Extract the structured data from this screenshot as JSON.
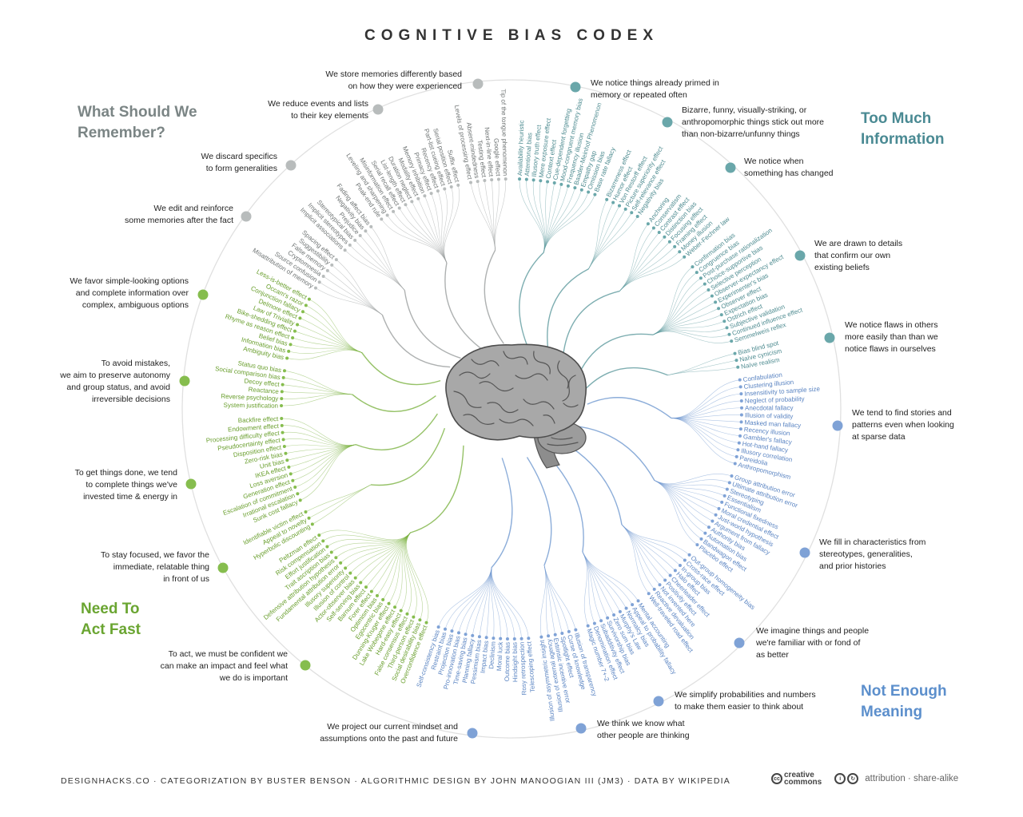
{
  "title": "COGNITIVE BIAS CODEX",
  "quadrants": [
    {
      "heading": [
        "Too Much",
        "Information"
      ],
      "color": "#5e9a9e",
      "dot_color": "#6aa7aa",
      "text_color": "#4f8c91",
      "groups": [
        {
          "label": [
            "We notice things already primed in",
            "memory or repeated often"
          ],
          "biases": [
            "Availability heuristic",
            "Attentional bias",
            "Illusory truth effect",
            "Mere exposure effect",
            "Context effect",
            "Cue-dependent forgetting",
            "Mood-congruent memory bias",
            "Frequency illusion",
            "Baader-Meinhof Phenomenon",
            "Empathy gap",
            "Omission bias",
            "Base rate fallacy"
          ]
        },
        {
          "label": [
            "Bizarre, funny, visually-striking, or",
            "anthropomorphic things stick out more",
            "than non-bizarre/unfunny things"
          ],
          "biases": [
            "Bizarreness effect",
            "Humor effect",
            "Von Restorff effect",
            "Picture superiority effect",
            "Self-relevance effect",
            "Negativity bias"
          ]
        },
        {
          "label": [
            "We notice when",
            "something has changed"
          ],
          "biases": [
            "Anchoring",
            "Conservatism",
            "Contrast effect",
            "Distinction bias",
            "Focusing effect",
            "Framing effect",
            "Money illusion",
            "Weber-Fechner law"
          ]
        },
        {
          "label": [
            "We are drawn to details",
            "that confirm our own",
            "existing beliefs"
          ],
          "biases": [
            "Confirmation bias",
            "Congruence bias",
            "Post-purchase rationalization",
            "Choice-supportive bias",
            "Selective perception",
            "Observer-expectancy effect",
            "Experimenter's bias",
            "Observer effect",
            "Expectation bias",
            "Ostrich effect",
            "Subjective validation",
            "Continued influence effect",
            "Semmelweis reflex"
          ]
        },
        {
          "label": [
            "We notice flaws in others",
            "more easily than than we",
            "notice flaws in ourselves"
          ],
          "biases": [
            "Bias blind spot",
            "Naïve cynicism",
            "Naïve realism"
          ]
        }
      ]
    },
    {
      "heading": [
        "Not Enough",
        "Meaning"
      ],
      "color": "#6f98d0",
      "dot_color": "#7fa2d6",
      "text_color": "#5a84c2",
      "groups": [
        {
          "label": [
            "We tend to find stories and",
            "patterns even when looking",
            "at sparse data"
          ],
          "biases": [
            "Confabulation",
            "Clustering illusion",
            "Insensitivity to sample size",
            "Neglect of probability",
            "Anecdotal fallacy",
            "Illusion of validity",
            "Masked man fallacy",
            "Recency illusion",
            "Gambler's fallacy",
            "Hot-hand fallacy",
            "Illusory correlation",
            "Pareidolia",
            "Anthropomorphism"
          ]
        },
        {
          "label": [
            "We fill in characteristics from",
            "stereotypes, generalities,",
            "and prior histories"
          ],
          "biases": [
            "Group attribution error",
            "Ultimate attribution error",
            "Stereotyping",
            "Essentialism",
            "Functional fixedness",
            "Moral credential effect",
            "Just-world hypothesis",
            "Argument from fallacy",
            "Authority bias",
            "Automation bias",
            "Bandwagon effect",
            "Placebo effect"
          ]
        },
        {
          "label": [
            "We imagine things and people",
            "we're familiar with or fond of",
            "as better"
          ],
          "biases": [
            "Out-group homogeneity bias",
            "Cross-race effect",
            "In-group bias",
            "Halo effect",
            "Cheerleader effect",
            "Positivity effect",
            "Not invented here",
            "Reactive devaluation",
            "Well-traveled road effect"
          ]
        },
        {
          "label": [
            "We simplify probabilities and numbers",
            "to make them easier to think about"
          ],
          "biases": [
            "Mental accounting",
            "Appeal to probability fallacy",
            "Normalcy bias",
            "Murphy's Law",
            "Zero sum bias",
            "Survivorship bias",
            "Subadditivity effect",
            "Denomination effect",
            "Magic number 7+-2"
          ]
        },
        {
          "label": [
            "We think we know what",
            "other people are thinking"
          ],
          "biases": [
            "Illusion of transparency",
            "Curse of knowledge",
            "Spotlight effect",
            "Extrinsic incentive error",
            "Illusion of external agency",
            "Illusion of asymmetric insight"
          ]
        },
        {
          "label": [
            "We project our current mindset and",
            "assumptions onto the past and future"
          ],
          "biases": [
            "Telescoping effect",
            "Rosy retrospection",
            "Hindsight bias",
            "Outcome bias",
            "Moral luck",
            "Declinism",
            "Impact bias",
            "Pessimism bias",
            "Planning fallacy",
            "Time-saving bias",
            "Pro-innovation bias",
            "Projection bias",
            "Restraint bias",
            "Self-consistency bias"
          ]
        }
      ]
    },
    {
      "heading": [
        "Need To",
        "Act Fast"
      ],
      "color": "#7cb342",
      "dot_color": "#86bd4e",
      "text_color": "#6a9f2e",
      "groups": [
        {
          "label": [
            "To act, we must be confident we",
            "can make an impact and feel what",
            "we do is important"
          ],
          "biases": [
            "Overconfidence effect",
            "Social desirability bias",
            "Third-person effect",
            "False consensus effect",
            "Hard-easy effect",
            "Lake Wobegone effect",
            "Dunning-Kruger effect",
            "Egocentric bias",
            "Optimism bias",
            "Forer effect",
            "Barnum effect",
            "Self-serving bias",
            "Actor-observer bias",
            "Illusion of control",
            "Illusory superiority",
            "Fundamental attribution error",
            "Defensive attribution hypothesis",
            "Trait ascription bias",
            "Effort justification",
            "Risk compensation",
            "Peltzman effect"
          ]
        },
        {
          "label": [
            "To stay focused, we favor the",
            "immediate, relatable thing",
            "in front of us"
          ],
          "biases": [
            "Hyperbolic discounting",
            "Appeal to novelty",
            "Identifiable victim effect"
          ]
        },
        {
          "label": [
            "To get things done, we tend",
            "to complete things we've",
            "invested time & energy in"
          ],
          "biases": [
            "Sunk cost fallacy",
            "Irrational escalation",
            "Escalation of commitment",
            "Generation effect",
            "Loss aversion",
            "IKEA effect",
            "Unit bias",
            "Zero-risk bias",
            "Disposition effect",
            "Pseudocertainty effect",
            "Processing difficulty effect",
            "Endowment effect",
            "Backfire effect"
          ]
        },
        {
          "label": [
            "To avoid mistakes,",
            "we aim to preserve autonomy",
            "and group status, and avoid",
            "irreversible decisions"
          ],
          "biases": [
            "System justification",
            "Reverse psychology",
            "Reactance",
            "Decoy effect",
            "Social comparison bias",
            "Status quo bias"
          ]
        },
        {
          "label": [
            "We favor simple-looking options",
            "and complete information over",
            "complex, ambiguous options"
          ],
          "biases": [
            "Ambiguity bias",
            "Information bias",
            "Belief bias",
            "Rhyme as reason effect",
            "Bike-shedding effect",
            "Law of Triviality",
            "Delmore effect",
            "Conjunction fallacy",
            "Occam's razor",
            "Less-is-better effect"
          ]
        }
      ]
    },
    {
      "heading": [
        "What Should We",
        "Remember?"
      ],
      "color": "#9a9e9e",
      "dot_color": "#b8bcbc",
      "text_color": "#6f7474",
      "groups": [
        {
          "label": [
            "We edit and reinforce",
            "some memories after the fact"
          ],
          "biases": [
            "Misattribution of memory",
            "Source confusion",
            "Cryptomnesia",
            "False memory",
            "Suggestibility",
            "Spacing effect"
          ]
        },
        {
          "label": [
            "We discard specifics",
            "to form generalities"
          ],
          "biases": [
            "Implicit associations",
            "Implicit stereotypes",
            "Stereotypical bias",
            "Prejudice",
            "Negativity bias",
            "Fading affect bias"
          ]
        },
        {
          "label": [
            "We reduce events and lists",
            "to their key elements"
          ],
          "biases": [
            "Peak-end rule",
            "Leveling and sharpening",
            "Misinformation effect",
            "Serial recall effect",
            "List-length effect",
            "Duration neglect",
            "Modality effect",
            "Memory inhibition",
            "Primacy effect",
            "Recency effect",
            "Part-list cueing effect",
            "Serial position effect",
            "Suffix effect"
          ]
        },
        {
          "label": [
            "We store memories differently based",
            "on how they were experienced"
          ],
          "biases": [
            "Levels of processing effect",
            "Absent-mindedness",
            "Testing effect",
            "Next-in-line effect",
            "Google effect",
            "Tip of the tongue phenomenon"
          ]
        }
      ]
    }
  ],
  "heading_colors": [
    "#4a8a93",
    "#5c8fcc",
    "#6aa531",
    "#7b8585"
  ],
  "brain_icon": "brain-illustration",
  "footer": {
    "credits": "DESIGNHACKS.CO · CATEGORIZATION BY BUSTER BENSON  ·  ALGORITHMIC DESIGN BY JOHN MANOOGIAN III (JM3)  ·  DATA BY WIKIPEDIA",
    "cc_logo": "cc",
    "cc_text": [
      "creative",
      "commons"
    ],
    "license_icons": [
      "attribution-icon",
      "share-alike-icon"
    ],
    "license": "attribution · share-alike"
  }
}
